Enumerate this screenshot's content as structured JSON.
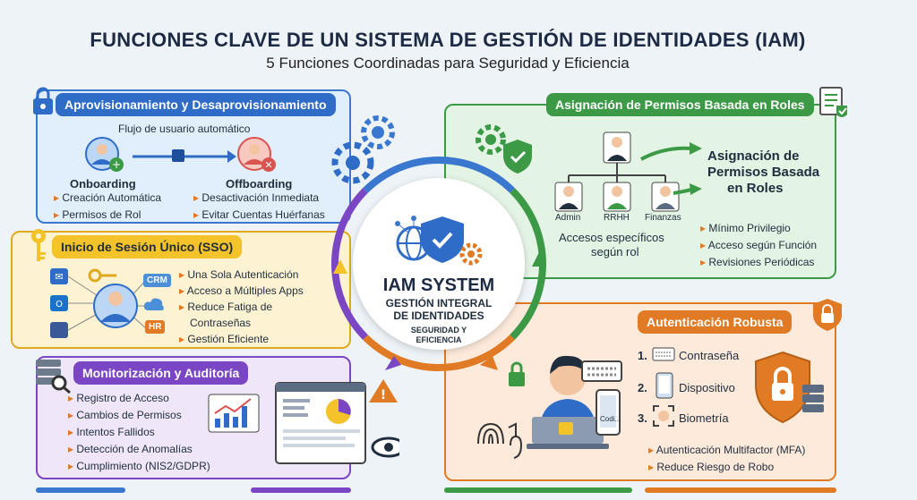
{
  "header": {
    "title": "FUNCIONES CLAVE DE UN SISTEMA DE GESTIÓN DE IDENTIDADES (IAM)",
    "subtitle": "5 Funciones Coordinadas para Seguridad y Eficiencia"
  },
  "center": {
    "title": "IAM SYSTEM",
    "line1": "GESTIÓN INTEGRAL",
    "line2": "DE IDENTIDADES",
    "line3": "SEGURIDAD Y",
    "line4": "EFICIENCIA"
  },
  "provisioning": {
    "title": "Aprovisionamiento y Desaprovisionamiento",
    "flow": "Flujo de usuario automático",
    "onboarding": "Onboarding",
    "on_items": [
      "Creación Automática",
      "Permisos de Rol"
    ],
    "offboarding": "Offboarding",
    "off_items": [
      "Desactivación Inmediata",
      "Evitar Cuentas Huérfanas"
    ]
  },
  "sso": {
    "title": "Inicio de Sesión Único (SSO)",
    "apps": [
      "CRM",
      "HR"
    ],
    "items": [
      "Una Sola Autenticación",
      "Acceso a Múltiples Apps",
      "Reduce Fatiga de",
      "Contraseñas",
      "Gestión Eficiente"
    ]
  },
  "monitoring": {
    "title": "Monitorización y Auditoría",
    "items": [
      "Registro de Acceso",
      "Cambios de Permisos",
      "Intentos Fallidos",
      "Detección de Anomalías",
      "Cumplimiento (NIS2/GDPR)"
    ]
  },
  "rbac": {
    "title": "Asignación de Permisos Basada en Roles",
    "roles": [
      "Admin",
      "RRHH",
      "Finanzas"
    ],
    "note1": "Accesos específicos",
    "note2": "según rol",
    "big1": "Asignación de",
    "big2": "Permisos Basada",
    "big3": "en Roles",
    "items": [
      "Mínimo Privilegio",
      "Acceso según Función",
      "Revisiones Periódicas"
    ]
  },
  "auth": {
    "title": "Autenticación Robusta",
    "factors": [
      {
        "n": "1.",
        "label": "Contraseña"
      },
      {
        "n": "2.",
        "label": "Dispositivo"
      },
      {
        "n": "3.",
        "label": "Biometría"
      }
    ],
    "phone": "Codi...",
    "items": [
      "Autenticación Multifactor (MFA)",
      "Reduce Riesgo de Robo"
    ]
  },
  "colors": {
    "blue": "#3a78d0",
    "yellow": "#f4c229",
    "purple": "#7b46c4",
    "green": "#3c9a47",
    "orange": "#e07a24"
  }
}
